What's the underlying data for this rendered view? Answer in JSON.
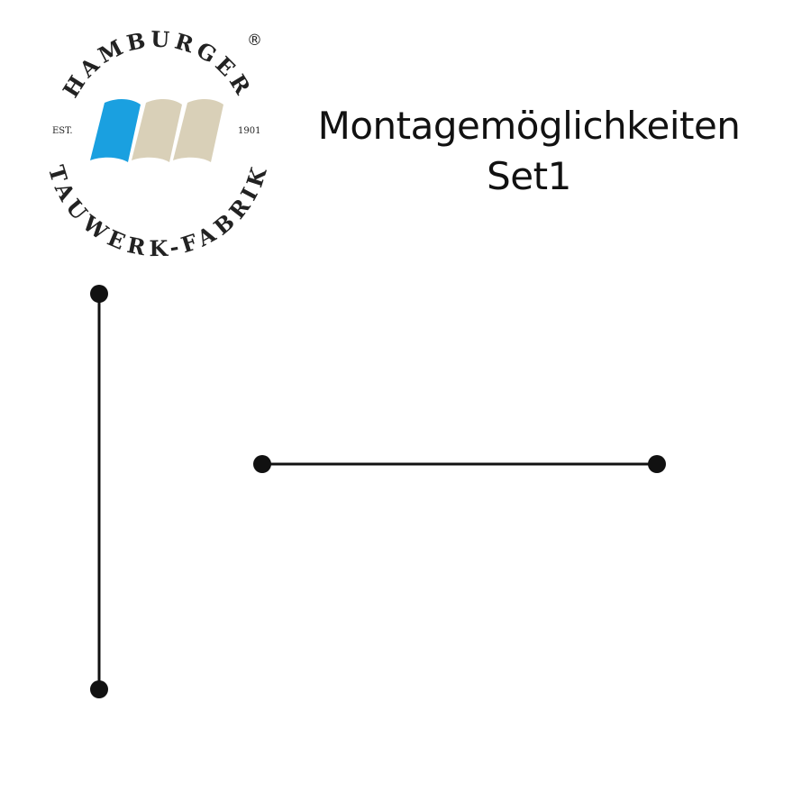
{
  "logo": {
    "top_text": "HAMBURGER",
    "bottom_text": "TAUWERK-FABRIK",
    "est_label": "EST.",
    "year": "1901",
    "registered_mark": "®",
    "colors": {
      "blue": "#1aa0e0",
      "beige": "#d9d0b8",
      "text": "#222222"
    }
  },
  "title": {
    "line1": "Montagemöglichkeiten",
    "line2": "Set1"
  },
  "diagram": {
    "line_color": "#111111"
  }
}
